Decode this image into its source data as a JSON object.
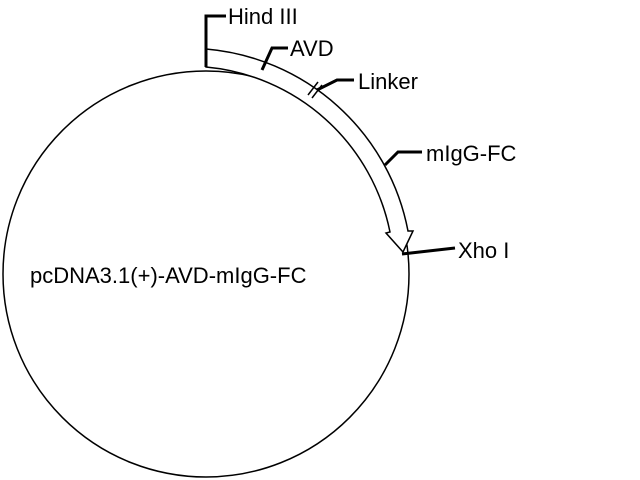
{
  "plasmid": {
    "name": "pcDNA3.1(+)-AVD-mIgG-FC"
  },
  "sites": {
    "hind": "Hind III",
    "xho": "Xho I"
  },
  "segments": {
    "avd": "AVD",
    "linker": "Linker",
    "migg": "mIgG-FC"
  },
  "colors": {
    "line": "#000000",
    "background": "#ffffff"
  }
}
